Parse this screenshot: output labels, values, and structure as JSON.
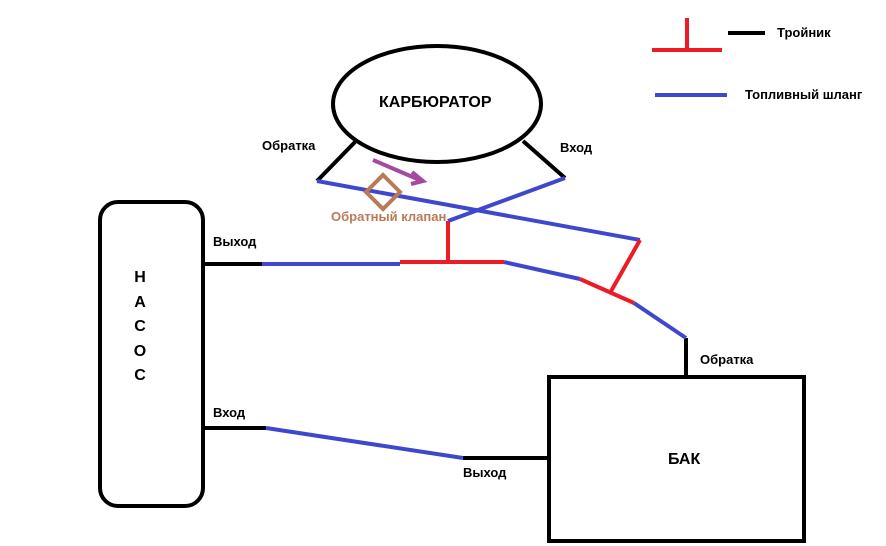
{
  "legend": {
    "tee": "Тройник",
    "hose": "Топливный шланг"
  },
  "carburetor": {
    "name": "КАРБЮРАТОР",
    "return": "Обратка",
    "inlet": "Вход"
  },
  "check_valve": "Обратный клапан",
  "pump": {
    "letters": [
      "Н",
      "А",
      "С",
      "О",
      "С"
    ],
    "outlet": "Выход",
    "inlet": "Вход"
  },
  "tank": {
    "name": "БАК",
    "return": "Обратка",
    "outlet": "Выход"
  },
  "colors": {
    "hose": "#3f48cc",
    "tee": "#ed1c24",
    "pipe": "#000000",
    "arrow": "#a349a4",
    "valve": "#b97a57"
  }
}
